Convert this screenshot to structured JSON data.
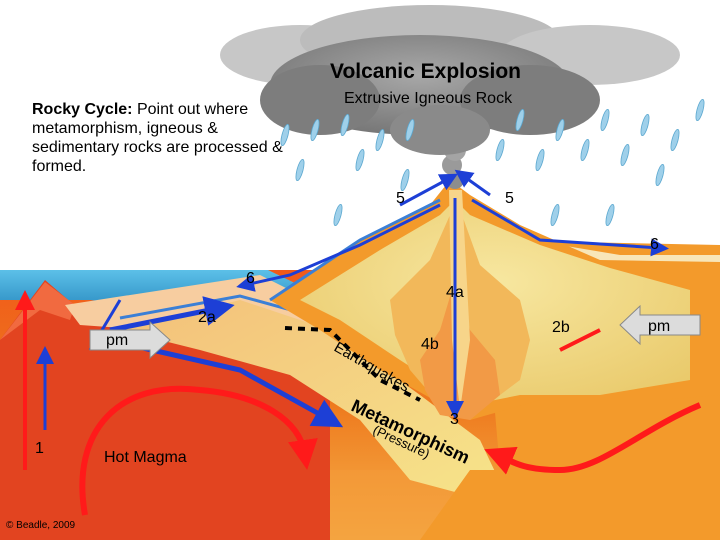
{
  "cloud": {
    "title": "Volcanic Explosion",
    "subtitle": "Extrusive Igneous Rock"
  },
  "intro": {
    "bold": "Rocky Cycle:",
    "text": " Point out where metamorphism, igneous & sedimentary rocks are processed & formed."
  },
  "labels": {
    "five_left": "5",
    "five_right": "5",
    "six_right": "6",
    "six_left": "6",
    "four_a": "4a",
    "two_a": "2a",
    "two_b": "2b",
    "pm_left": "pm",
    "pm_right": "pm",
    "four_b": "4b",
    "three": "3",
    "one": "1",
    "hot_magma": "Hot Magma",
    "earthquakes": "Earthquakes",
    "metamorphism": "Metamorphism",
    "pressure": "(Pressure)"
  },
  "copyright": "© Beadle, 2009",
  "colors": {
    "mantle": "#e84a1a",
    "ocean": "#3fa7d6",
    "crust_yellow": "#f2dc7a",
    "volcano_orange": "#f39a2b",
    "arrow_blue": "#1d3fd6",
    "arrow_red": "#ff1a1a",
    "cloud": "#8a8a8a"
  }
}
